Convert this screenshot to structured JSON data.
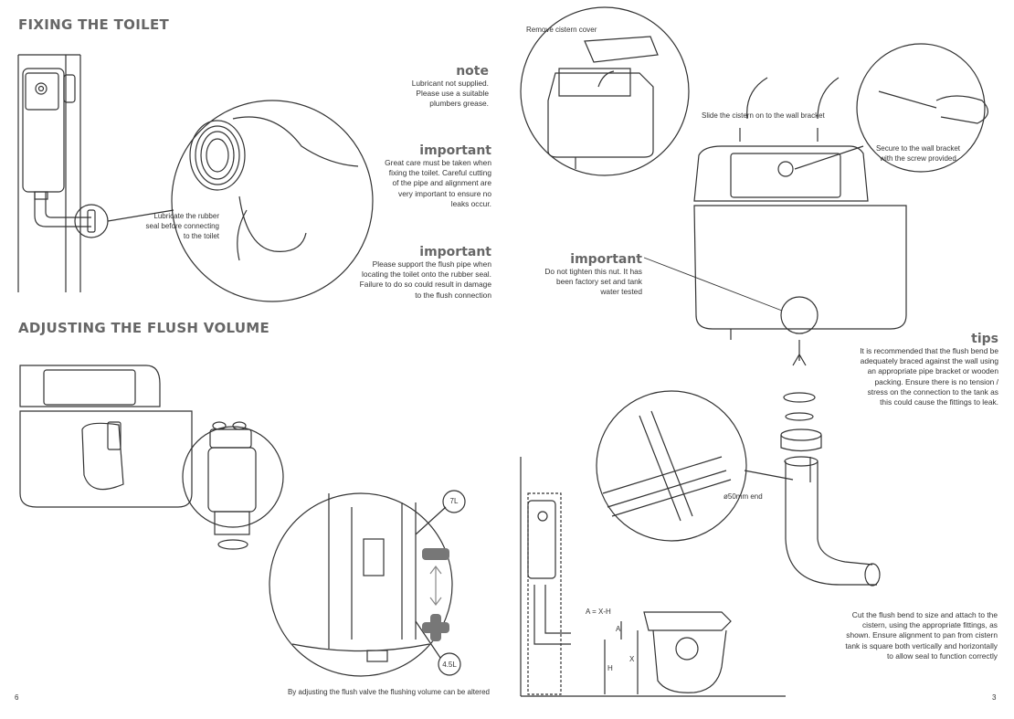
{
  "left_page": {
    "heading_fixing": "FIXING THE TOILET",
    "note": {
      "title": "note",
      "lines": [
        "Lubricant not supplied.",
        "Please use a suitable",
        "plumbers grease."
      ]
    },
    "important1": {
      "title": "important",
      "lines": [
        "Great care must be taken when",
        "fixing the toilet. Careful cutting",
        "of the pipe and alignment are",
        "very important to ensure no",
        "leaks occur."
      ]
    },
    "important2": {
      "title": "important",
      "lines": [
        "Please support the flush pipe when",
        "locating the toilet onto the rubber seal.",
        "Failure to do so could result in damage",
        "to the flush connection"
      ]
    },
    "lubricate_label": [
      "Lubricate the rubber",
      "seal before connecting",
      "to the toilet"
    ],
    "heading_flush": "ADJUSTING THE FLUSH VOLUME",
    "vol_7": "7L",
    "vol_45": "4.5L",
    "caption": "By adjusting the flush valve the flushing volume can be altered",
    "page_number": "6"
  },
  "right_page": {
    "remove_cover": "Remove cistern cover",
    "slide_cistern": "Slide the cistern on to the wall bracket",
    "secure_label": [
      "Secure to the wall bracket",
      "with the screw provided"
    ],
    "important": {
      "title": "important",
      "lines": [
        "Do not tighten this nut. It has",
        "been factory set and tank",
        "water tested"
      ]
    },
    "tips": {
      "title": "tips",
      "lines": [
        "It is recommended that the flush bend be",
        "adequately braced against the wall using",
        "an appropriate pipe bracket or wooden",
        "packing. Ensure there is no tension /",
        "stress on the connection to the tank as",
        "this could cause the fittings to leak."
      ]
    },
    "pipe_label": "ø50mm end",
    "formula": "A = X-H",
    "dim_a": "A",
    "dim_x": "X",
    "dim_h": "H",
    "cut_text": [
      "Cut the flush bend to size and attach to the",
      "cistern, using the appropriate fittings, as",
      "shown. Ensure alignment to pan from cistern",
      "tank is square both vertically and horizontally",
      "to allow seal to function correctly"
    ],
    "page_number": "3"
  }
}
